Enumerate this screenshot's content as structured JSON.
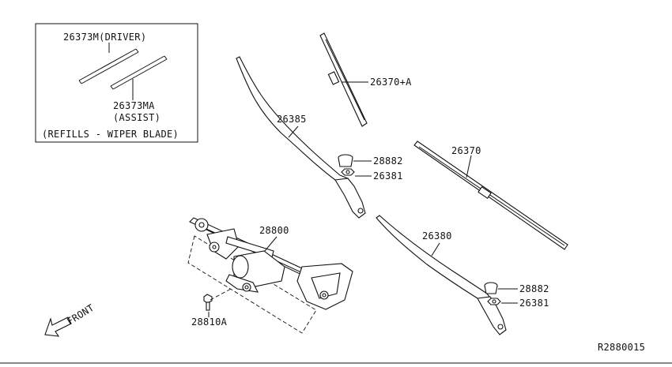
{
  "inset": {
    "driver_label": "26373M(DRIVER)",
    "assist_part": "26373MA",
    "assist_note": "(ASSIST)",
    "caption": "(REFILLS - WIPER BLADE)"
  },
  "parts": {
    "blade_assist": "26370+A",
    "arm_assist": "26385",
    "cap_upper": "28882",
    "nut_upper": "26381",
    "blade_driver": "26370",
    "arm_driver": "26380",
    "cap_lower": "28882",
    "nut_lower": "26381",
    "motor_linkage": "28800",
    "bolt": "28810A"
  },
  "front_label": "FRONT",
  "drawing_id": "R2880015"
}
